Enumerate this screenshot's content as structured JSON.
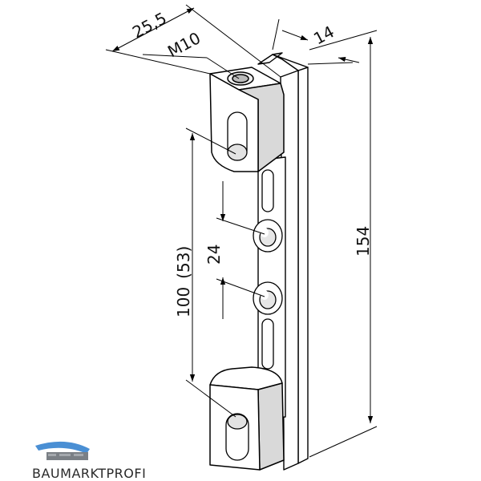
{
  "dimensions": {
    "width": "25,5",
    "thread": "M10",
    "depth": "14",
    "height": "154",
    "spacing_main": "100",
    "spacing_alt": "(53)",
    "hole_spacing": "24"
  },
  "logo": {
    "text": "BAUMARKTPROFI",
    "colors": {
      "roof": "#4a8fd4",
      "bricks": "#7a7f85"
    }
  }
}
